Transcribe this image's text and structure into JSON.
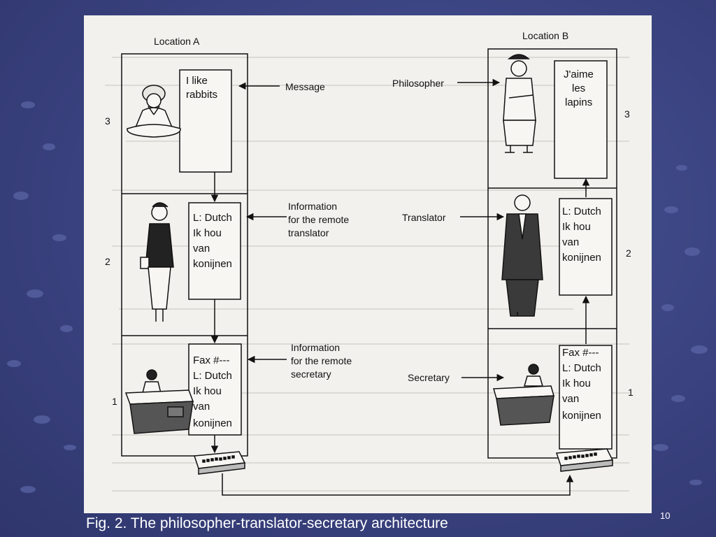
{
  "diagram": {
    "location_a": "Location A",
    "location_b": "Location B",
    "layer_numbers": {
      "left": [
        "3",
        "2",
        "1"
      ],
      "right": [
        "3",
        "2",
        "1"
      ]
    },
    "arrows": {
      "message": "Message",
      "philosopher": "Philosopher",
      "info_translator": [
        "Information",
        "for the remote",
        "translator"
      ],
      "translator": "Translator",
      "info_secretary": [
        "Information",
        "for the remote",
        "secretary"
      ],
      "secretary": "Secretary"
    },
    "boxes": {
      "a3": [
        "I like",
        "rabbits"
      ],
      "b3": [
        "J'aime",
        "les",
        "lapins"
      ],
      "a2": [
        "L: Dutch",
        "Ik hou",
        "van",
        "konijnen"
      ],
      "b2": [
        "L: Dutch",
        "Ik hou",
        "van",
        "konijnen"
      ],
      "a1": [
        "Fax #---",
        "L: Dutch",
        "Ik hou",
        "van",
        "konijnen"
      ],
      "b1": [
        "Fax #---",
        "L: Dutch",
        "Ik hou",
        "van",
        "konijnen"
      ]
    }
  },
  "caption": "Fig. 2. The philosopher-translator-secretary architecture",
  "page_number": "10"
}
